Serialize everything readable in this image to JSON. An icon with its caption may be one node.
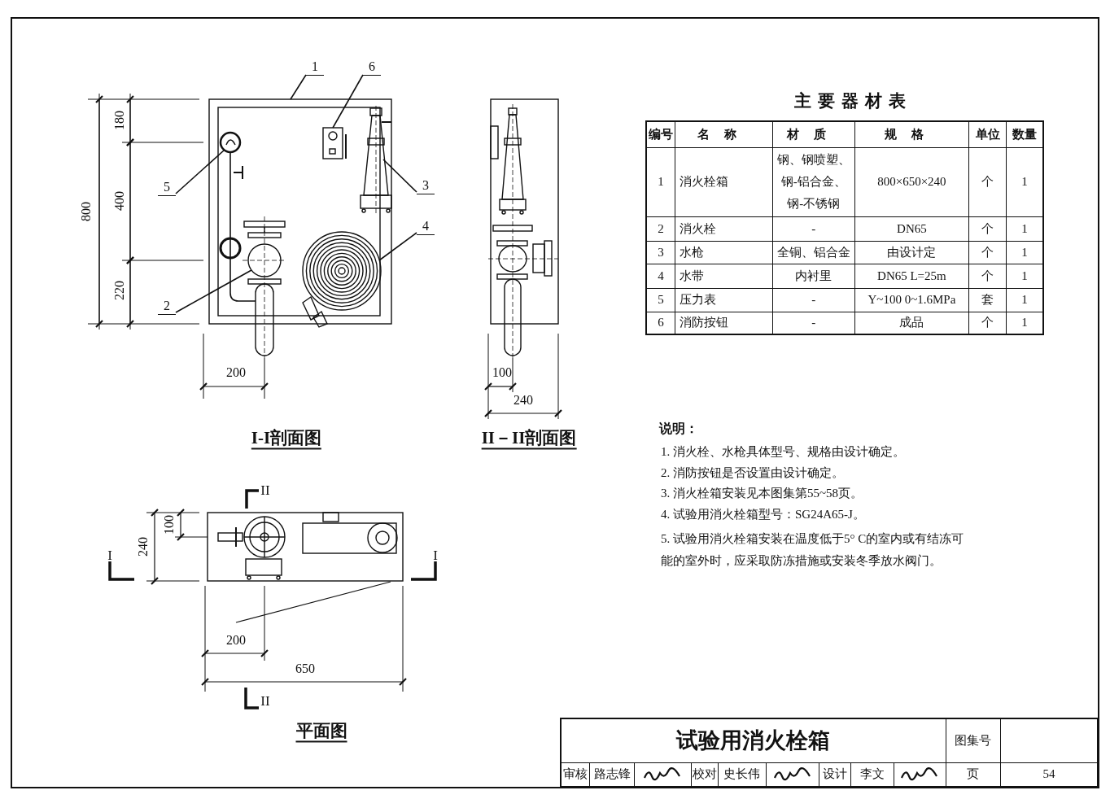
{
  "diagram": {
    "title": "试验用消火栓箱",
    "nodes": [
      {
        "text": [
          "1"
        ]
      },
      {
        "text": [
          "6"
        ]
      },
      {
        "text": [
          "5"
        ]
      },
      {
        "text": [
          "3"
        ]
      },
      {
        "text": [
          "4"
        ]
      },
      {
        "text": [
          "2"
        ]
      },
      {
        "text": [],
        "shape": "box"
      },
      {
        "text": [],
        "shape": "box",
        "in": 6
      },
      {
        "text": [],
        "shape": "circle",
        "in": 6
      },
      {
        "text": [],
        "shape": "picture",
        "in": 6
      },
      {
        "text": [],
        "shape": "circle",
        "in": 6
      },
      {
        "text": [],
        "shape": "picture"
      }
    ],
    "edges": [
      {
        "from": 0,
        "to": 6,
        "arrow": "none"
      },
      {
        "from": 1,
        "to": 7,
        "arrow": "none"
      },
      {
        "from": 2,
        "to": 8,
        "arrow": "none"
      },
      {
        "from": 3,
        "to": 9,
        "arrow": "none"
      },
      {
        "from": 4,
        "to": 10,
        "arrow": "none"
      },
      {
        "from": 5,
        "to": 11,
        "arrow": "none"
      },
      {
        "from": 8,
        "to": 11,
        "arrow": "none"
      }
    ],
    "labels": [
      "主要器材表",
      "180",
      "400",
      "800",
      "220",
      "200",
      "100",
      "240",
      "I-I剖面图",
      "II－II剖面图",
      "编号",
      "名称",
      "材质",
      "规格",
      "单位",
      "数量",
      "1",
      "消火栓箱",
      "钢、钢喷塑、钢-铝合金、钢-不锈钢",
      "800×650×240",
      "个",
      "1",
      "2",
      "消火栓",
      "-",
      "DN65",
      "个",
      "1",
      "3",
      "水枪",
      "全铜、铝合金",
      "由设计定",
      "个",
      "1",
      "4",
      "水带",
      "内衬里",
      "DN65 L=25m",
      "个",
      "1",
      "5",
      "压力表",
      "-",
      "Y~100 0~1.6MPa",
      "套",
      "1",
      "6",
      "消防按钮",
      "-",
      "成品",
      "个",
      "1",
      "说明：",
      "1. 消火栓、水枪具体型号、规格由设计确定。",
      "2. 消防按钮是否设置由设计确定。",
      "3. 消火栓箱安装见本图集第55~58页。",
      "4. 试验用消火栓箱型号：SG24A65-J。",
      "5. 试验用消火栓箱安装在温度低于5° C的室内或有结冻可能的室外时，应采取防冻措施或安装冬季放水阀门。",
      "II",
      "240",
      "100",
      "I",
      "I",
      "200",
      "650",
      "II",
      "平面图",
      "图集号",
      "审核",
      "路志锋",
      "校对",
      "史长伟",
      "设计",
      "李文",
      "页",
      "54"
    ]
  }
}
